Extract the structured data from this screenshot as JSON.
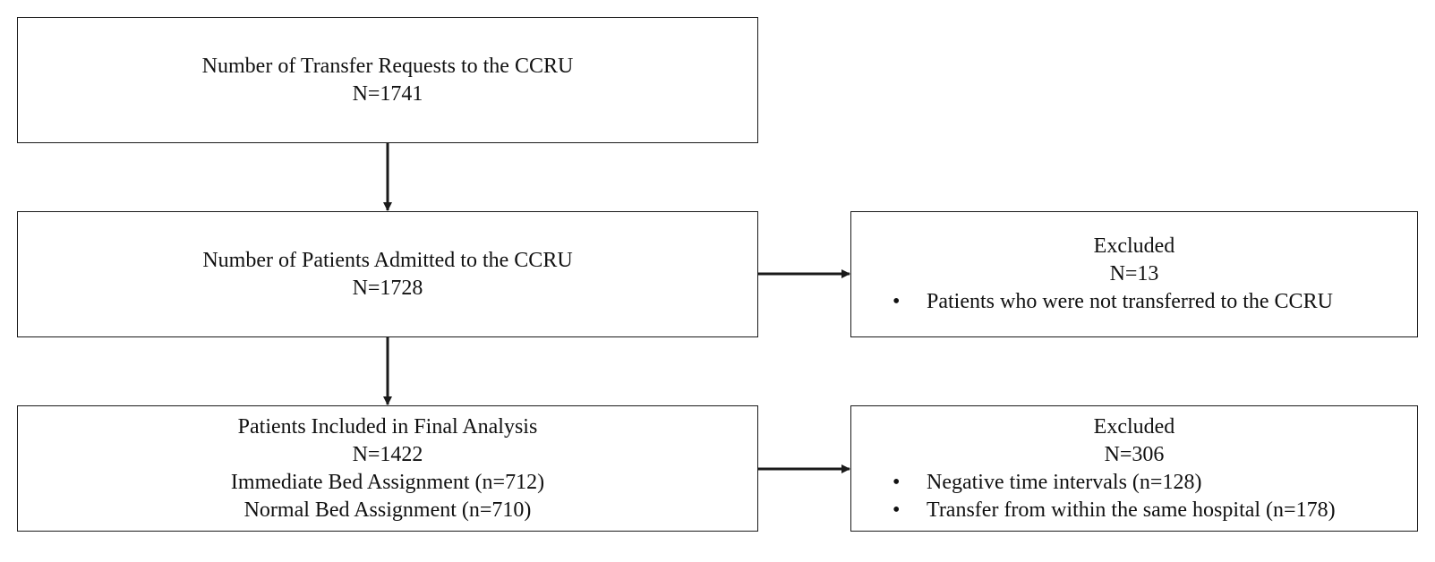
{
  "boxes": {
    "requests": {
      "title": "Number of Transfer Requests to the CCRU",
      "count": "N=1741"
    },
    "admitted": {
      "title": "Number of Patients Admitted to the CCRU",
      "count": "N=1728"
    },
    "final": {
      "title": "Patients Included in Final Analysis",
      "count": "N=1422",
      "groups": [
        "Immediate Bed Assignment (n=712)",
        "Normal Bed Assignment (n=710)"
      ]
    },
    "excluded_1": {
      "title": "Excluded",
      "count": "N=13",
      "reasons": [
        "Patients who were not transferred to the CCRU"
      ]
    },
    "excluded_2": {
      "title": "Excluded",
      "count": "N=306",
      "reasons": [
        "Negative time intervals (n=128)",
        "Transfer from within the same hospital (n=178)"
      ]
    }
  },
  "bullet_glyph": "•",
  "colors": {
    "stroke": "#1a1a1a",
    "background": "#ffffff",
    "text": "#111111"
  }
}
